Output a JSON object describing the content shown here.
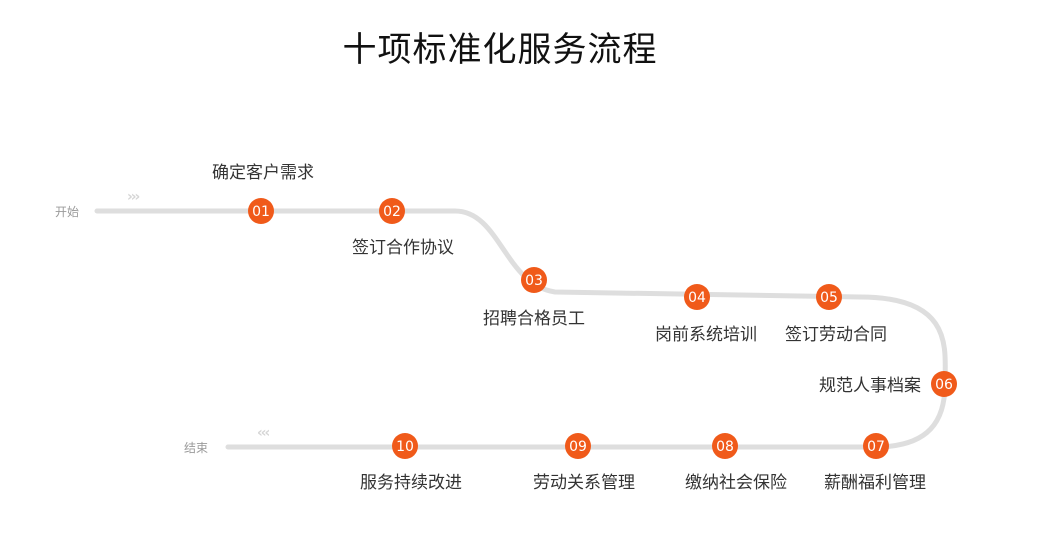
{
  "title": "十项标准化服务流程",
  "start_label": "开始",
  "end_label": "结束",
  "start_arrows": "›››",
  "end_arrows": "‹‹‹",
  "colors": {
    "node": "#f05a1a",
    "track": "#dedede"
  },
  "steps": [
    {
      "num": "01",
      "label": "确定客户需求"
    },
    {
      "num": "02",
      "label": "签订合作协议"
    },
    {
      "num": "03",
      "label": "招聘合格员工"
    },
    {
      "num": "04",
      "label": "岗前系统培训"
    },
    {
      "num": "05",
      "label": "签订劳动合同"
    },
    {
      "num": "06",
      "label": "规范人事档案"
    },
    {
      "num": "07",
      "label": "薪酬福利管理"
    },
    {
      "num": "08",
      "label": "缴纳社会保险"
    },
    {
      "num": "09",
      "label": "劳动关系管理"
    },
    {
      "num": "10",
      "label": "服务持续改进"
    }
  ]
}
